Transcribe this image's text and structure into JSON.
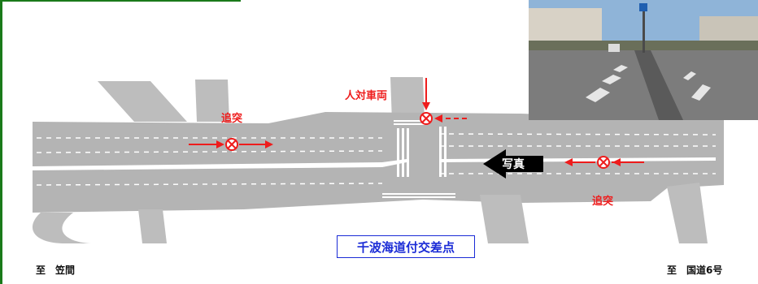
{
  "map": {
    "intersection_name": "千波海道付交差点",
    "direction_west": "至　笠間",
    "direction_east": "至　国道6号"
  },
  "accidents": {
    "rear_end_west": "追突",
    "pedestrian_vs_vehicle": "人対車両",
    "rear_end_east": "追突"
  },
  "photo": {
    "arrow_label": "写真"
  },
  "colors": {
    "frame": "#1a7a1a",
    "accident_red": "#ee1c1c",
    "caption_blue": "#1a2bd6",
    "road_gray": "#b4b4b4"
  }
}
